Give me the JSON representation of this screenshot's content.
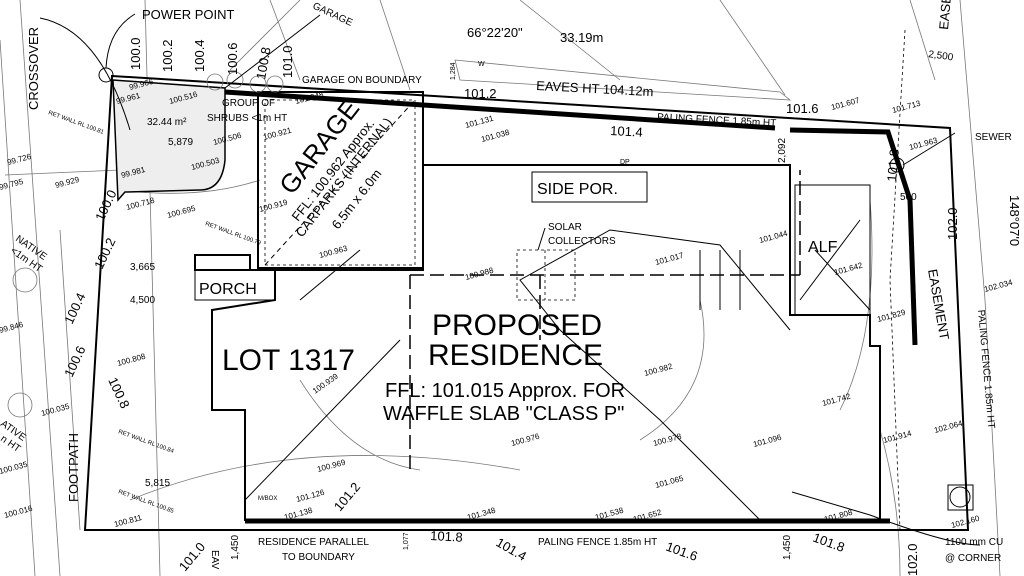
{
  "title_labels": {
    "lot": "LOT 1317",
    "proposed": "PROPOSED",
    "residence": "RESIDENCE",
    "ffl": "FFL: 101.015 Approx. FOR",
    "slab": "WAFFLE SLAB \"CLASS P\"",
    "garage": "GARAGE",
    "garage_ffl": "FFL: 100.962 Approx.",
    "carparks": "CARPARKS (INTERNAL)",
    "carpark_size": "6.5m x 6.0m",
    "porch": "PORCH",
    "side_porch": "SIDE POR.",
    "alf": "ALF",
    "solar": "SOLAR",
    "collectors": "COLLECTORS"
  },
  "annotations": {
    "power_point": "POWER POINT",
    "crossover": "CROSSOVER",
    "garage_top": "GARAGE",
    "garage_boundary": "GARAGE ON BOUNDARY",
    "shrubs1": "GROUP OF",
    "shrubs2": "SHRUBS <1m HT",
    "area": "32.44 m²",
    "bearing": "66°22'20\"",
    "distance": "33.19m",
    "eaves": "EAVES HT 104.12m",
    "fence_top": "PALING FENCE 1.85m HT",
    "fence_bottom": "PALING FENCE 1.85m HT",
    "fence_right": "PALING FENCE 1.85m HT",
    "sewer": "SEWER",
    "easement": "EASEMENT",
    "easement_top": "EASE",
    "native1": "NATIVE",
    "native2": "<1m HT",
    "native3": "ATIVE",
    "native4": "n HT",
    "footpath": "FOOTPATH",
    "parallel1": "RESIDENCE PARALLEL",
    "parallel2": "TO BOUNDARY",
    "cu1": "1100 mm CU",
    "cu2": "@ CORNER",
    "bearing_right": "148°07'0",
    "eaves_bottom": "EAV",
    "ret_wall1": "RET WALL RL 100.81",
    "ret_wall2": "RET WALL RL 100.79",
    "ret_wall3": "RET WALL RL 100.84",
    "ret_wall4": "RET WALL RL 100.85",
    "mbox": "M/BOX",
    "dp": "DP",
    "w": "W"
  },
  "dimensions": [
    "5,879",
    "3,665",
    "4,500",
    "5,815",
    "2,092",
    "2,500",
    "1,284",
    "1,450",
    "1,450",
    "1,077",
    "560"
  ],
  "contours": [
    "100.0",
    "100.2",
    "100.4",
    "100.6",
    "100.8",
    "101.0",
    "101.2",
    "101.4",
    "101.6",
    "101.8",
    "102.0",
    "100.0",
    "100.2",
    "100.4",
    "100.6",
    "100.8",
    "101.0",
    "101.2",
    "101.4",
    "101.6",
    "101.8",
    "102.0",
    "101.8"
  ],
  "levels": [
    "99.966",
    "99.961",
    "100.516",
    "100.506",
    "100.503",
    "99.981",
    "99.726",
    "99.795",
    "99.929",
    "100.718",
    "100.695",
    "101.048",
    "100.921",
    "100.919",
    "100.963",
    "101.131",
    "101.038",
    "101.607",
    "101.713",
    "101.963",
    "100.988",
    "101.017",
    "101.044",
    "101.642",
    "101.829",
    "102.034",
    "100.808",
    "100.035",
    "100.035",
    "100.016",
    "100.811",
    "100.939",
    "100.969",
    "101.126",
    "101.138",
    "101.348",
    "100.982",
    "100.976",
    "100.978",
    "101.096",
    "101.065",
    "101.742",
    "101.914",
    "102.064",
    "101.538",
    "101.652",
    "102.160",
    "101.808",
    "99.846"
  ]
}
